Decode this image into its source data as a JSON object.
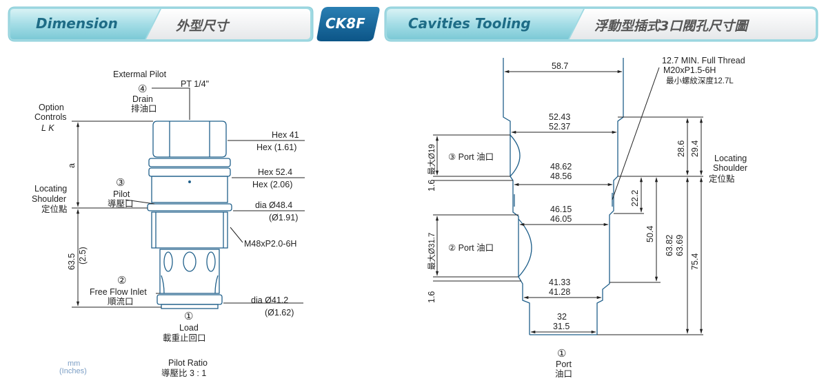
{
  "header": {
    "dimension_label": "Dimension",
    "dimension_cn": "外型尺寸",
    "model": "CK8F",
    "cavities_label": "Cavities Tooling",
    "cavities_cn": "浮動型插式3口閥孔尺寸圖"
  },
  "left_drawing": {
    "external_pilot": "Extermal Pilot",
    "pt_size": "PT 1/4\"",
    "port4_num": "④",
    "drain": "Drain",
    "drain_cn": "排油口",
    "option_controls_1": "Option",
    "option_controls_2": "Controls",
    "option_lk": "L    K",
    "dim_a": "a",
    "hex41": "Hex 41",
    "hex161": "Hex (1.61)",
    "hex524": "Hex 52.4",
    "hex206": "Hex (2.06)",
    "locating_1": "Locating",
    "locating_2": "Shoulder",
    "locating_cn": "定位點",
    "port3_num": "③",
    "pilot": "Pilot",
    "pilot_cn": "導壓口",
    "dia484": "dia  Ø48.4",
    "dia191": "(Ø1.91)",
    "thread": "M48xP2.0-6H",
    "len635": "63.5",
    "len25": "(2.5)",
    "port2_num": "②",
    "free_flow": "Free Flow Inlet",
    "free_flow_cn": "順流口",
    "dia412": "dia  Ø41.2",
    "dia162": "(Ø1.62)",
    "port1_num": "①",
    "load": "Load",
    "load_cn": "載重止回口",
    "units_1": "mm",
    "units_2": "(Inches)",
    "pilot_ratio": "Pilot Ratio",
    "pilot_ratio_cn": "導壓比 3 : 1"
  },
  "right_drawing": {
    "d587": "58.7",
    "thread_1": "12.7 MIN. Full Thread",
    "thread_2": "M20xP1.5-6H",
    "thread_3": "最小螺紋深度12.7L",
    "d5243": "52.43",
    "d5237": "52.37",
    "d286": "28.6",
    "d294": "29.4",
    "locating_1": "Locating",
    "locating_2": "Shoulder",
    "locating_cn": "定位點",
    "port3": "③ Port 油口",
    "max19": "最大Ø19",
    "d4862": "48.62",
    "d4856": "48.56",
    "d16a": "1.6",
    "d222": "22.2",
    "d4615": "46.15",
    "d4605": "46.05",
    "d504": "50.4",
    "d6382": "63.82",
    "d6369": "63.69",
    "d754": "75.4",
    "port2": "② Port 油口",
    "max317": "最大Ø31.7",
    "d4133": "41.33",
    "d4128": "41.28",
    "d16b": "1.6",
    "d32": "32",
    "d315": "31.5",
    "port1_num": "①",
    "port": "Port",
    "port_cn": "油口"
  }
}
